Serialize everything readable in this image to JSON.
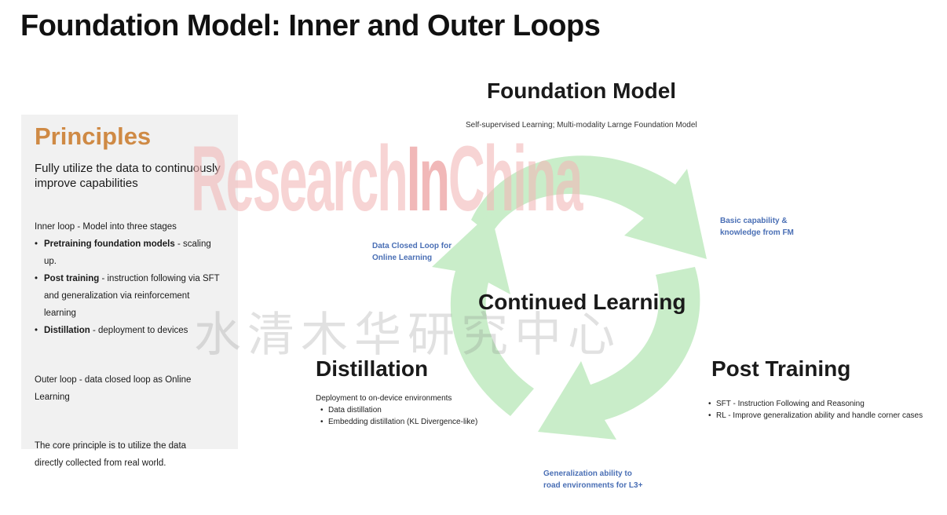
{
  "title": "Foundation Model: Inner and Outer Loops",
  "principles": {
    "heading": "Principles",
    "intro": "Fully utilize the data to continuously improve capabilities",
    "inner_loop_title": "Inner loop - Model into three stages",
    "inner_loop_items": [
      {
        "bold": "Pretraining  foundation models",
        "text": " - scaling up."
      },
      {
        "bold": "Post training",
        "text": " - instruction following via SFT and generalization via reinforcement learning"
      },
      {
        "bold": "Distillation",
        "text": " - deployment to devices"
      }
    ],
    "outer_loop": "Outer loop - data closed loop as Online Learning",
    "core_principle": "The core principle is to utilize the data directly collected from real world."
  },
  "diagram": {
    "foundation_model": {
      "title": "Foundation Model",
      "subtitle": "Self-supervised Learning; Multi-modality Larnge Foundation Model"
    },
    "center": "Continued Learning",
    "distillation": {
      "title": "Distillation",
      "desc": "Deployment to on-device environments",
      "items": [
        "Data distillation",
        "Embedding distillation (KL Divergence-like)"
      ]
    },
    "post_training": {
      "title": "Post Training",
      "items": [
        "SFT - Instruction Following and Reasoning",
        "RL - Improve generalization ability and handle corner cases"
      ]
    },
    "notes": {
      "basic": "Basic capability & knowledge from FM",
      "data_loop": "Data Closed Loop for Online Learning",
      "generalization": "Generalization ability to road environments for L3+"
    },
    "arrow_color": "#c6ecc6",
    "note_color": "#4a6fb5",
    "accent_color": "#cf8a45"
  },
  "watermark": {
    "en_prefix": "Research",
    "en_mid": "In",
    "en_suffix": "China",
    "cn": "水清木华研究中心"
  }
}
